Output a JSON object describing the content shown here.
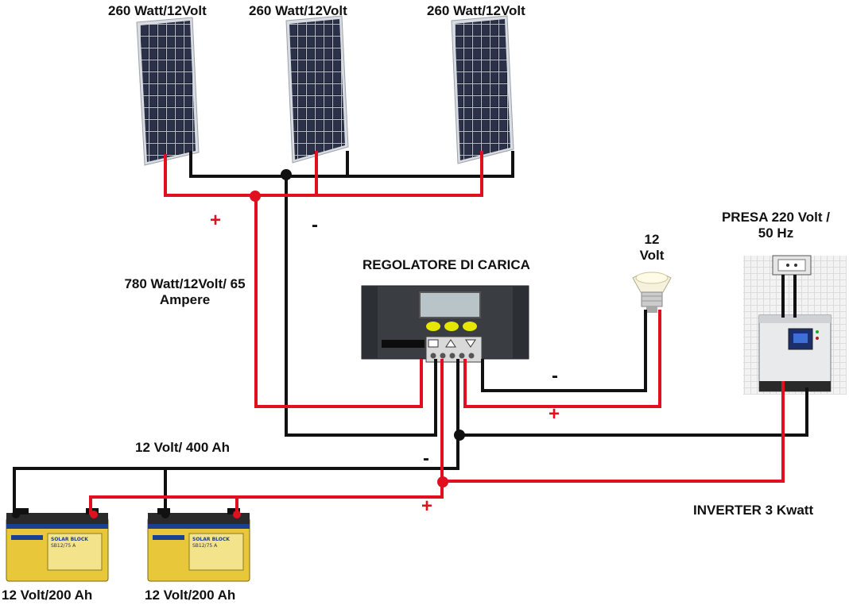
{
  "panels": [
    {
      "label": "260 Watt/12Volt"
    },
    {
      "label": "260 Watt/12Volt"
    },
    {
      "label": "260 Watt/12Volt"
    }
  ],
  "array_label_line1": "780 Watt/12Volt/ 65",
  "array_label_line2": "Ampere",
  "controller_label": "REGOLATORE DI CARICA",
  "lamp_label_line1": "12",
  "lamp_label_line2": "Volt",
  "socket_label_line1": "PRESA 220 Volt /",
  "socket_label_line2": "50 Hz",
  "inverter_label": "INVERTER 3 Kwatt",
  "bank_label": "12 Volt/ 400 Ah",
  "batteries": [
    {
      "label": "12 Volt/200 Ah",
      "brand": "SOLAR BLOCK",
      "model": "SB12/75 A"
    },
    {
      "label": "12 Volt/200 Ah",
      "brand": "SOLAR BLOCK",
      "model": "SB12/75 A"
    }
  ],
  "signs": {
    "plus": "+",
    "minus": "-"
  },
  "colors": {
    "positive_wire": "#e01020",
    "negative_wire": "#111111",
    "panel_cell": "#1f2433",
    "battery_body": "#e8c83a"
  }
}
